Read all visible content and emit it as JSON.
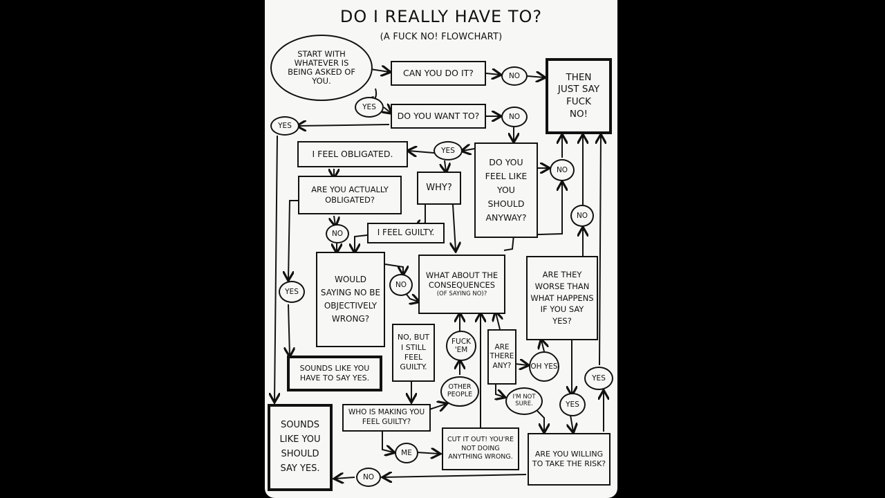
{
  "title": "Do I really have to?",
  "subtitle": "(a fuck no! flowchart)",
  "nodes": {
    "start": "Start with whatever is being asked of you.",
    "can_you": "Can you do it?",
    "no_1": "No",
    "say_fuck_no": "Then just say fuck no!",
    "yes_1": "Yes",
    "want_to": "Do you want to?",
    "no_2": "No",
    "yes_2": "Yes",
    "feel_obligated": "I feel obligated.",
    "yes_3": "Yes",
    "feel_like": "Do you feel like you should anyway?",
    "no_3": "No",
    "actually_obligated": "Are you actually obligated?",
    "why": "Why?",
    "no_4": "No",
    "feel_guilty": "I feel guilty.",
    "no_5": "No",
    "would_saying": "Would saying no be objectively wrong?",
    "no_6": "No",
    "consequences": "What about the consequences",
    "consequences_small": "(of saying no)?",
    "worse_than": "Are they worse than what happens if you say yes?",
    "yes_4": "Yes",
    "have_to": "Sounds like you have to say yes.",
    "no_but": "No, but I still feel guilty.",
    "fuck_em": "Fuck 'em",
    "are_there": "Are there any?",
    "oh_yes": "Oh yes",
    "yes_5": "Yes",
    "other_people": "Other people",
    "not_sure": "I'm not sure.",
    "yes_6": "Yes",
    "who_making": "Who is making you feel guilty?",
    "should_say_yes": "Sounds like you should say yes.",
    "cut_it_out": "Cut it out! You're not doing anything wrong.",
    "me": "Me",
    "willing": "Are you willing to take the risk?",
    "no_7": "No"
  }
}
